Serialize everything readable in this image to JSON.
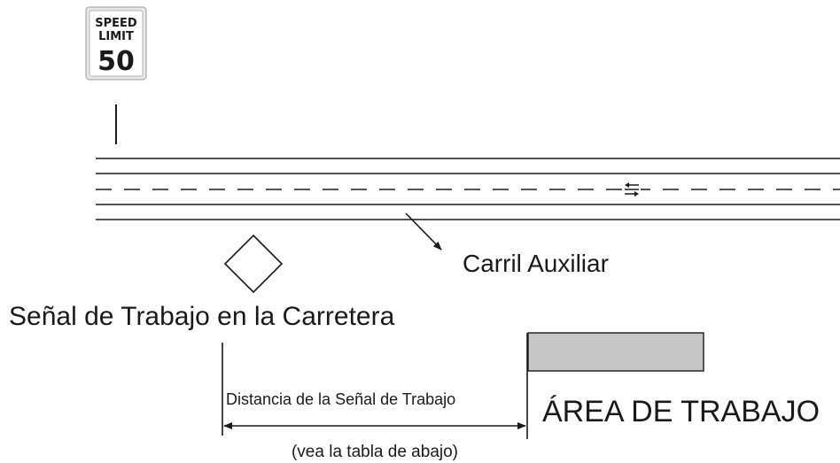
{
  "speed_sign": {
    "line1": "SPEED",
    "line2": "LIMIT",
    "value": "50"
  },
  "labels": {
    "auxiliary_lane": "Carril Auxiliar",
    "work_zone_sign": "Señal de Trabajo en la Carretera",
    "sign_distance": "Distancia de la Señal de Trabajo",
    "see_table": "(vea la tabla de abajo)",
    "work_area": "ÁREA DE TRABAJO"
  },
  "colors": {
    "ink": "#1a1a1a",
    "work_area_fill": "#c6c6c6"
  }
}
